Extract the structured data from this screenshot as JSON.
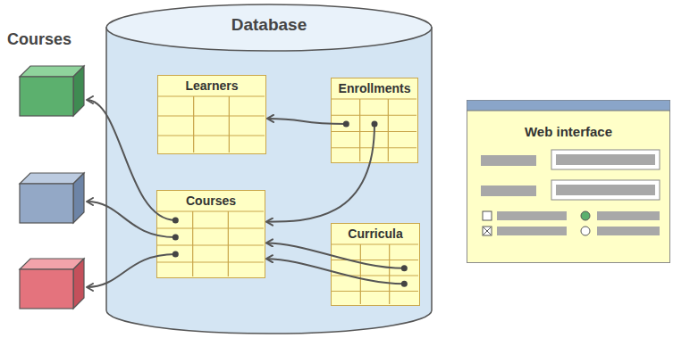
{
  "diagram": {
    "nodes": [
      {
        "text": [
          "Database"
        ]
      },
      {
        "text": [
          "Learners"
        ],
        "in": 0
      },
      {
        "text": [
          "Enrollments"
        ],
        "in": 0
      },
      {
        "text": [
          "Courses"
        ],
        "in": 0
      },
      {
        "text": [
          "Curricula"
        ],
        "in": 0
      },
      {
        "text": [
          "Web interface"
        ]
      }
    ],
    "edges": [
      {
        "from": 2,
        "to": 1,
        "arrow": "to"
      },
      {
        "from": 2,
        "to": 3,
        "arrow": "to"
      },
      {
        "from": 4,
        "to": 3,
        "arrow": "to"
      },
      {
        "from": 4,
        "to": 3,
        "arrow": "to"
      }
    ],
    "labels": [
      "Courses"
    ]
  }
}
